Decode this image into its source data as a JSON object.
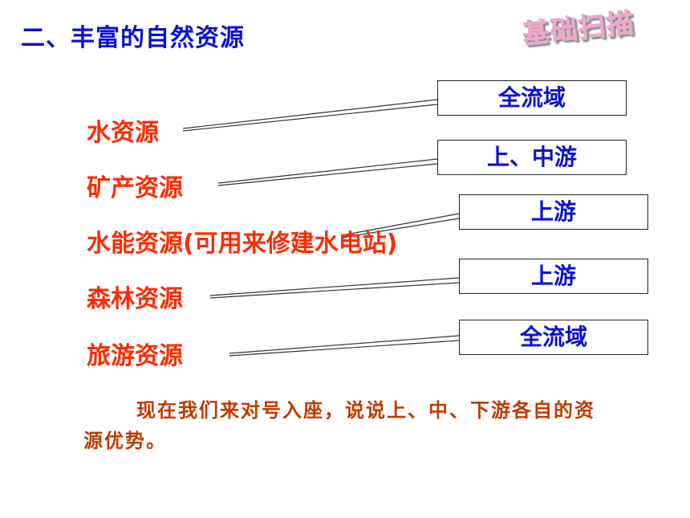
{
  "title": "二、丰富的自然资源",
  "badge": "基础扫描",
  "resources": [
    {
      "label": "水资源",
      "range": "全流域"
    },
    {
      "label": "矿产资源",
      "range": "上、中游"
    },
    {
      "label": "水能资源(可用来修建水电站)",
      "range": "上游"
    },
    {
      "label": "森林资源",
      "range": "上游"
    },
    {
      "label": "旅游资源",
      "range": "全流域"
    }
  ],
  "note": "现在我们来对号入座，说说上、中、下游各自的资源优势。",
  "colors": {
    "title": "#0a10d8",
    "resource": "#ff2a00",
    "box_text": "#0a10d8",
    "note": "#c03a00",
    "badge": "#f2a6c8"
  }
}
